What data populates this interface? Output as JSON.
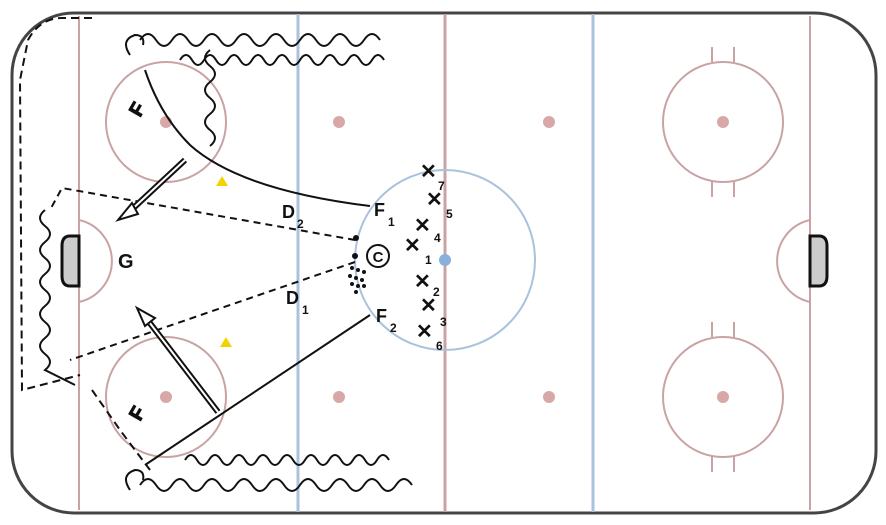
{
  "colors": {
    "background": "#ffffff",
    "boards": "#444444",
    "red_line": "#c9a3a3",
    "blue_line": "#a9c2dd",
    "faceoff_dot": "#d8a8a8",
    "crease": "#c9a3a3",
    "net": "#cccccc",
    "center_circle": "#a9c2dd",
    "cone": "#f2d200",
    "ink": "#111111"
  },
  "labels": {
    "goalie": "G",
    "coach": "C",
    "d2": "D",
    "d2_sub": "2",
    "d1": "D",
    "d1_sub": "1",
    "f1": "F",
    "f1_sub": "1",
    "f2": "F",
    "f2_sub": "2"
  },
  "players_x": [
    {
      "num": "7"
    },
    {
      "num": "5"
    },
    {
      "num": "4"
    },
    {
      "num": "1"
    },
    {
      "num": "2"
    },
    {
      "num": "3"
    },
    {
      "num": "6"
    }
  ]
}
